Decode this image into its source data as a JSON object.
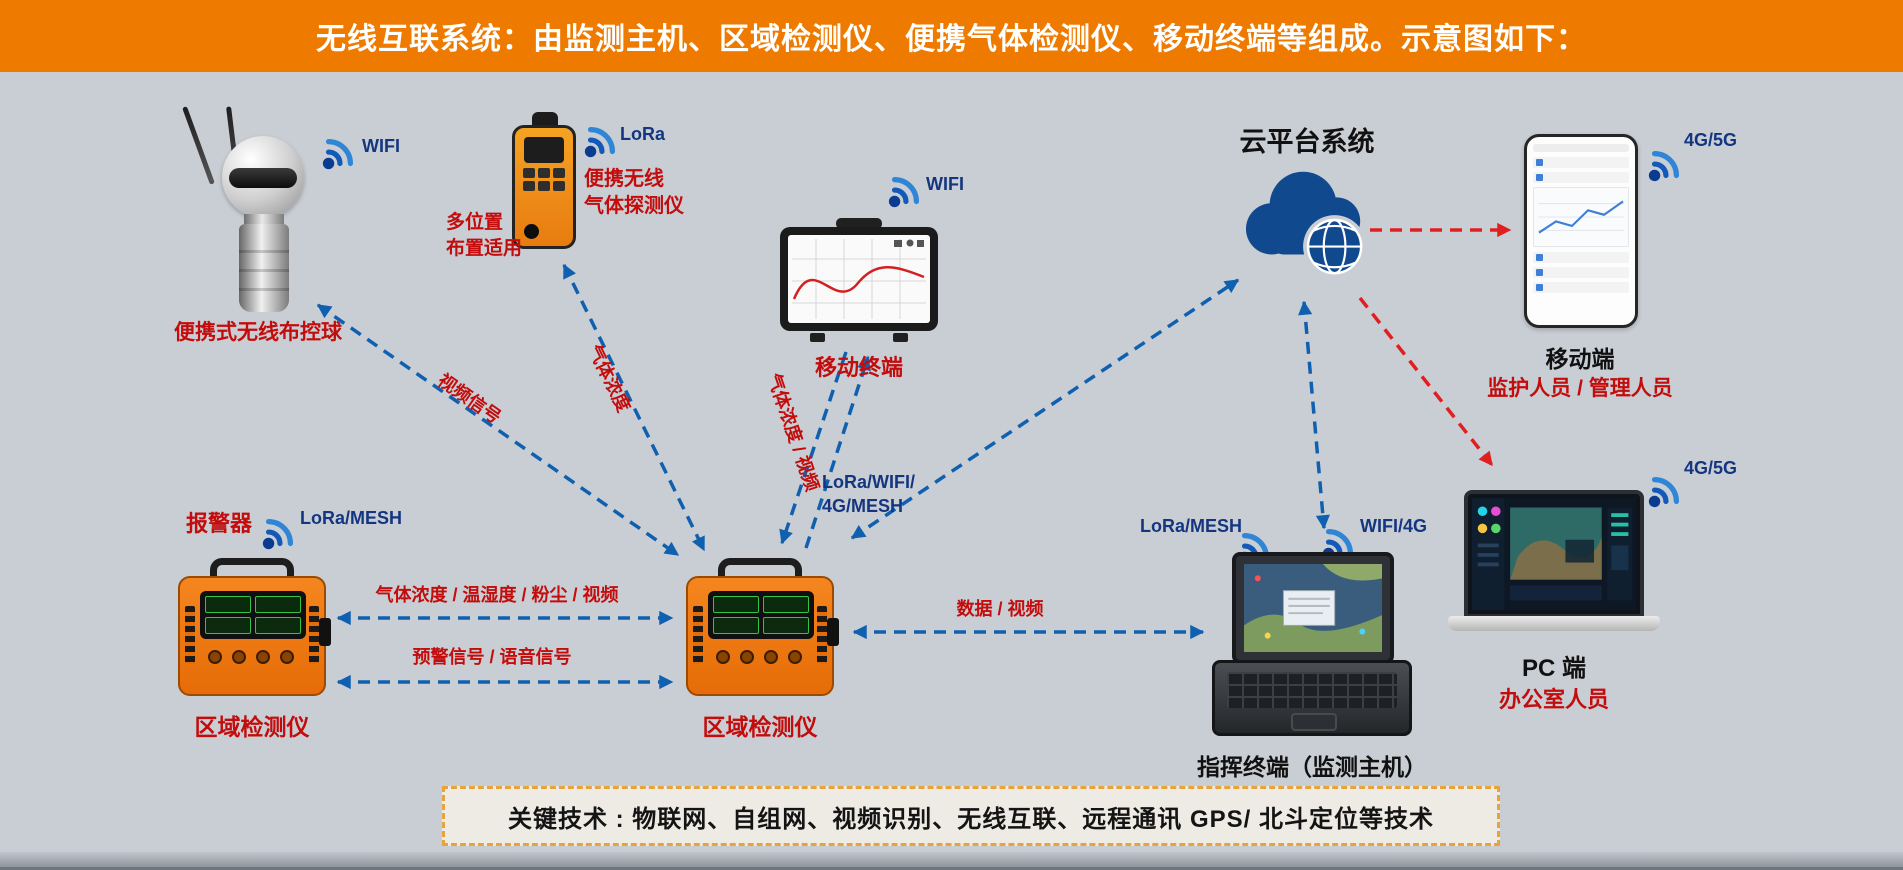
{
  "header": {
    "title": "无线互联系统：由监测主机、区域检测仪、便携气体检测仪、移动终端等组成。示意图如下："
  },
  "colors": {
    "header_bg": "#EE7B00",
    "background": "#C9CED4",
    "blue_arrow": "#1060B0",
    "red_arrow": "#E02020",
    "navy_text": "#14357F",
    "red_text": "#C30D0D"
  },
  "nodes": {
    "camera": {
      "label": "便携式无线布控球",
      "signal": "WIFI"
    },
    "gas_detector": {
      "label": "便携无线\n气体探测仪",
      "note": "多位置\n布置适用",
      "signal": "LoRa"
    },
    "tablet": {
      "label": "移动终端",
      "signal": "WIFI"
    },
    "cloud": {
      "title": "云平台系统"
    },
    "phone": {
      "label": "移动端",
      "sublabel": "监护人员 / 管理人员",
      "signal": "4G/5G"
    },
    "alarm": {
      "tag": "报警器",
      "signal": "LoRa/MESH",
      "label": "区域检测仪"
    },
    "center_detector": {
      "label": "区域检测仪"
    },
    "command_terminal": {
      "label": "指挥终端（监测主机）",
      "signal_left": "LoRa/MESH",
      "signal_right": "WIFI/4G"
    },
    "pc": {
      "label": "PC 端",
      "sublabel": "办公室人员",
      "signal": "4G/5G"
    }
  },
  "links": {
    "video_signal": "视频信号",
    "gas_concentration": "气体浓度",
    "gas_video": "气体浓度 / 视频",
    "mesh_multiline": "LoRa/WIFI/\n4G/MESH",
    "env_data": "气体浓度 / 温湿度 / 粉尘 / 视频",
    "warning": "预警信号 / 语音信号",
    "data_video": "数据 / 视频"
  },
  "footer": {
    "text": "关键技术 : 物联网、自组网、视频识别、无线互联、远程通讯 GPS/ 北斗定位等技术"
  }
}
